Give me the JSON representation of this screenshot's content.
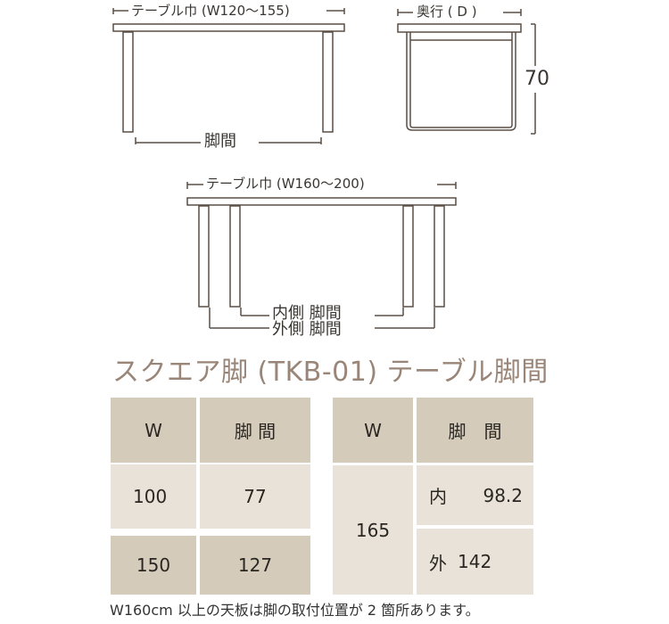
{
  "diagrams": {
    "top_left": {
      "width_label": "テーブル巾 (W120〜155)",
      "leg_span_label": "脚間"
    },
    "top_right": {
      "depth_label": "奥行 ( D )",
      "height_label": "70"
    },
    "middle": {
      "width_label": "テーブル巾 (W160〜200)",
      "inner_span_label": "内側 脚間",
      "outer_span_label": "外側 脚間"
    }
  },
  "title": "スクエア脚 (TKB-01) テーブル脚間",
  "table_left": {
    "headers": [
      "W",
      "脚 間"
    ],
    "rows": [
      [
        "100",
        "77"
      ],
      [
        "150",
        "127"
      ]
    ]
  },
  "table_right": {
    "headers": [
      "W",
      "脚　間"
    ],
    "w_value": "165",
    "inner": {
      "label": "内",
      "value": "98.2"
    },
    "outer": {
      "label": "外",
      "value": "142"
    }
  },
  "footnote": "W160cm 以上の天板は脚の取付位置が 2 箇所あります。",
  "colors": {
    "header_bg": "#d5cbba",
    "body_bg": "#e8e2d8",
    "title_color": "#9a8678",
    "line_color": "#5a4e46"
  }
}
